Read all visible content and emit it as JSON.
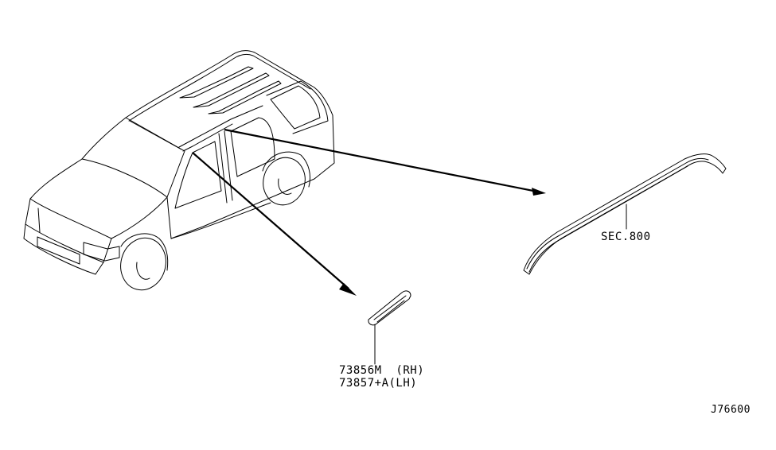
{
  "diagram": {
    "type": "parts-illustration",
    "subject": "SUV body side molding / roof rail parts diagram",
    "callouts": [
      {
        "id": "part-73856m",
        "line1": "73856M  (RH)",
        "line2": "73857+A(LH)",
        "points_to": "front pillar garnish piece"
      },
      {
        "id": "sec-800",
        "text": "SEC.800",
        "points_to": "roof drip molding"
      }
    ],
    "drawing_code": "J76600"
  }
}
